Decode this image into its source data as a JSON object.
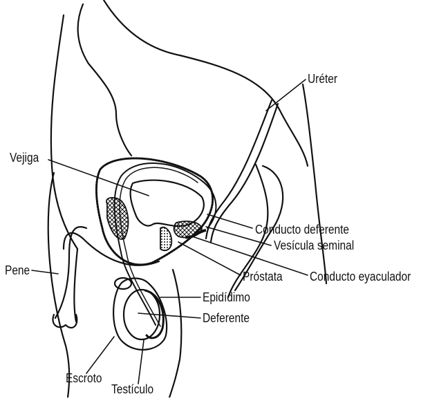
{
  "diagram": {
    "labels": {
      "ureter": "Uréter",
      "vejiga": "Vejiga",
      "conducto_deferente": "Conducto deferente",
      "vesicula_seminal": "Vesícula seminal",
      "prostata": "Próstata",
      "conducto_eyaculador": "Conducto eyaculador",
      "pene": "Pene",
      "epididimo": "Epidídimo",
      "deferente": "Deferente",
      "escroto": "Escroto",
      "testiculo": "Testículo"
    },
    "colors": {
      "ink": "#111111",
      "background": "#ffffff"
    }
  }
}
